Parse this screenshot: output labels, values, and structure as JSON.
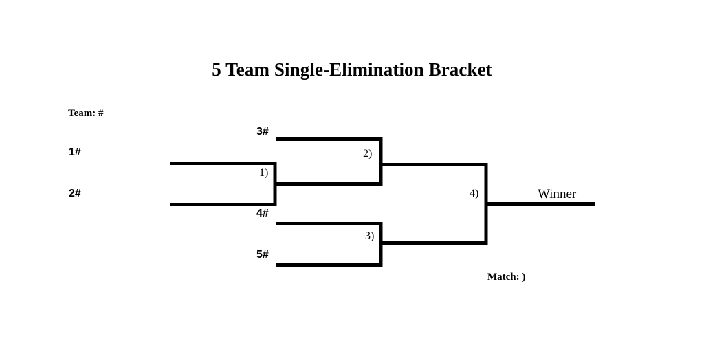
{
  "title": "5 Team Single-Elimination Bracket",
  "legend": {
    "team_key": "Team: #",
    "match_key": "Match: )"
  },
  "seeds": [
    {
      "name": "seed-1",
      "label": "1#"
    },
    {
      "name": "seed-2",
      "label": "2#"
    },
    {
      "name": "seed-3",
      "label": "3#"
    },
    {
      "name": "seed-4",
      "label": "4#"
    },
    {
      "name": "seed-5",
      "label": "5#"
    }
  ],
  "matches": [
    {
      "name": "match-1",
      "label": "1)"
    },
    {
      "name": "match-2",
      "label": "2)"
    },
    {
      "name": "match-3",
      "label": "3)"
    },
    {
      "name": "match-4",
      "label": "4)"
    }
  ],
  "winner": {
    "label": "Winner"
  },
  "colors": {
    "background": "#ffffff",
    "ink": "#000000",
    "line": "#000000"
  },
  "chart_data": {
    "type": "bracket",
    "title": "5 Team Single-Elimination Bracket",
    "team_count": 5,
    "match_count": 4,
    "elimination": "single",
    "teams": [
      "1#",
      "2#",
      "3#",
      "4#",
      "5#"
    ],
    "rounds": [
      {
        "round": 1,
        "matches": [
          {
            "id": "1)",
            "participants": [
              "1#",
              "2#"
            ],
            "advances_to": "2)"
          }
        ]
      },
      {
        "round": 2,
        "matches": [
          {
            "id": "2)",
            "participants": [
              "3#",
              "winner of 1)"
            ],
            "advances_to": "4)"
          },
          {
            "id": "3)",
            "participants": [
              "4#",
              "5#"
            ],
            "advances_to": "4)"
          }
        ]
      },
      {
        "round": 3,
        "matches": [
          {
            "id": "4)",
            "participants": [
              "winner of 2)",
              "winner of 3)"
            ],
            "advances_to": "Winner"
          }
        ]
      }
    ],
    "final_slot": "Winner"
  }
}
